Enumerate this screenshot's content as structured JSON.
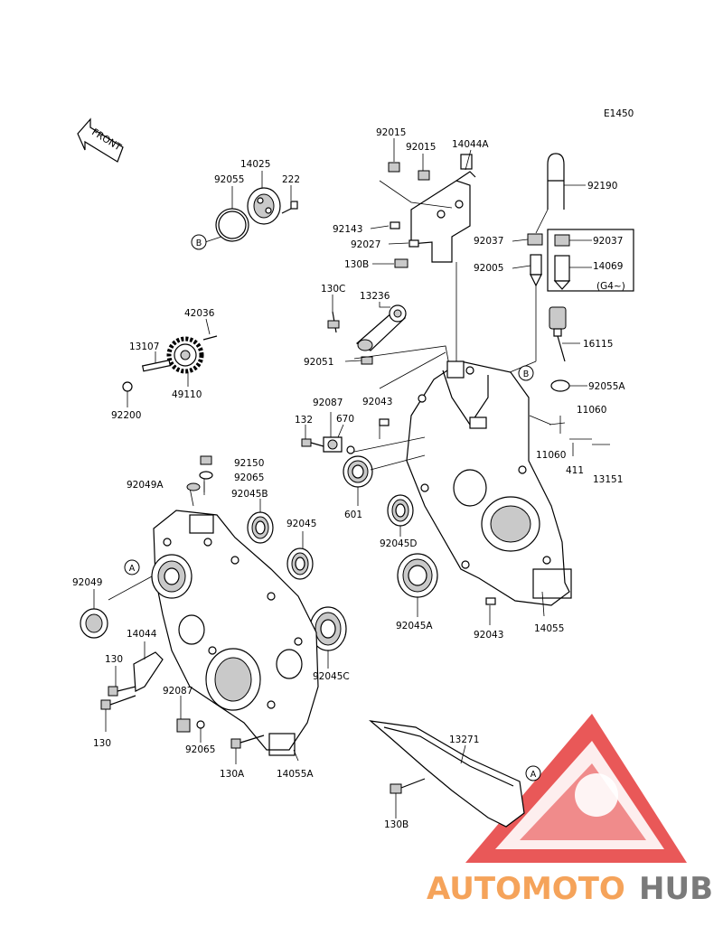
{
  "diagram_code": "E1450",
  "front_label": "FRONT",
  "group_label": "(G4~)",
  "ref_circles": {
    "a": "A",
    "b": "B"
  },
  "watermark": {
    "part1": "AUTOMOTO",
    "part2": "HUB",
    "color1": "#f5a35a",
    "color2": "#7a7a7a",
    "logo_color": "#e53b3b"
  },
  "labels": {
    "p14025": "14025",
    "p92055": "92055",
    "p222": "222",
    "p92015a": "92015",
    "p92015b": "92015",
    "p14044A": "14044A",
    "p92190": "92190",
    "p92143": "92143",
    "p92027": "92027",
    "p130B_top": "130B",
    "p92037a": "92037",
    "p92037b": "92037",
    "p92005": "92005",
    "p14069": "14069",
    "p130C": "130C",
    "p13236": "13236",
    "p42036": "42036",
    "p13107": "13107",
    "p49110": "49110",
    "p92200": "92200",
    "p16115": "16115",
    "p92051": "92051",
    "p92055A": "92055A",
    "p92087a": "92087",
    "p92043a": "92043",
    "p670": "670",
    "p132": "132",
    "p11060a": "11060",
    "p11060b": "11060",
    "p411": "411",
    "p13151": "13151",
    "p92150": "92150",
    "p92065a": "92065",
    "p92049A": "92049A",
    "p92045B": "92045B",
    "p601": "601",
    "p92045": "92045",
    "p92045D": "92045D",
    "p92049": "92049",
    "p14044": "14044",
    "p92045A": "92045A",
    "p92043b": "92043",
    "p14055": "14055",
    "p130a": "130",
    "p92045C": "92045C",
    "p92087b": "92087",
    "p130b": "130",
    "p92065b": "92065",
    "p13271": "13271",
    "p130A": "130A",
    "p14055A": "14055A",
    "p130B_bot": "130B"
  }
}
